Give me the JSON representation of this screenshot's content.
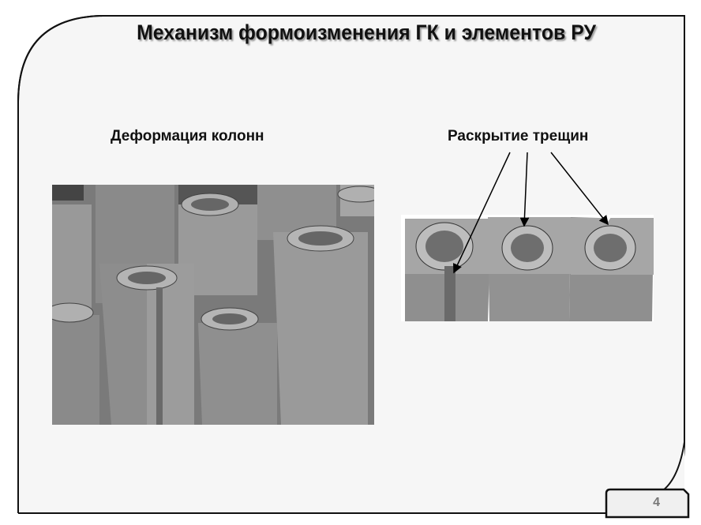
{
  "slide": {
    "title": "Механизм формоизменения ГК и элементов РУ",
    "left_caption": "Деформация колонн",
    "right_caption": "Раскрытие трещин",
    "page_number": "4"
  },
  "colors": {
    "background": "#f6f6f6",
    "border": "#111111",
    "render_gray": "#8c8c8c"
  }
}
